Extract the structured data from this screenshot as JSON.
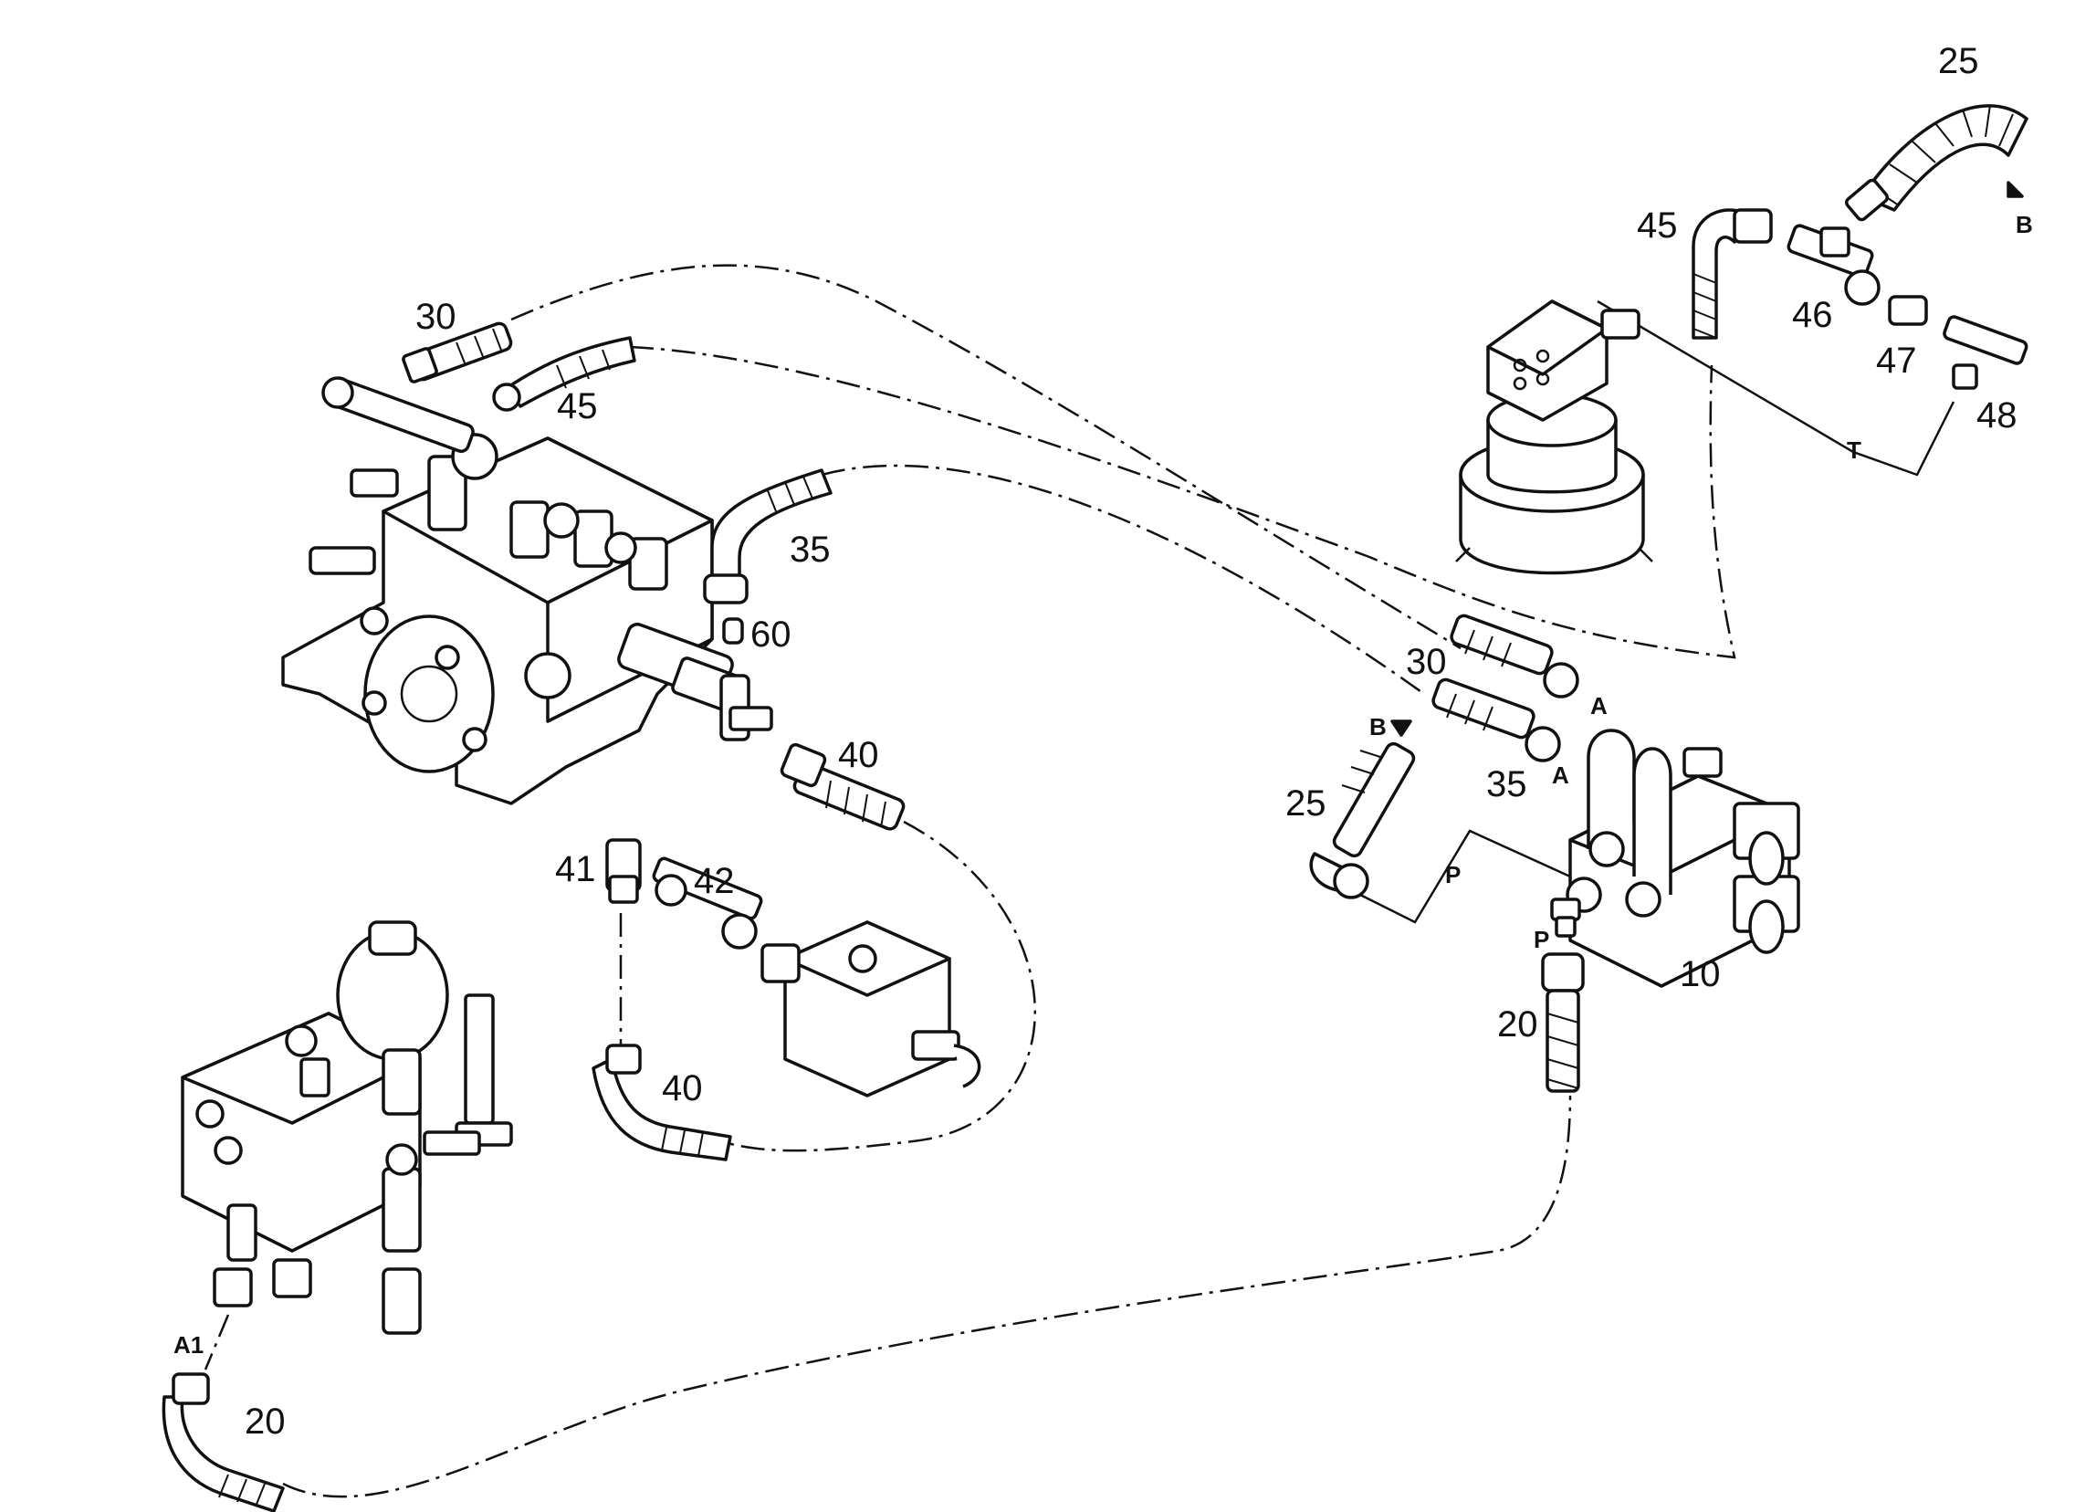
{
  "diagram": {
    "callouts": {
      "c25_top": "25",
      "c45_top": "45",
      "c46": "46",
      "c47": "47",
      "c48": "48",
      "c30_left": "30",
      "c45_left": "45",
      "c35_left": "35",
      "c60": "60",
      "c40_upper": "40",
      "c41": "41",
      "c42": "42",
      "c40_lower": "40",
      "c20_lower": "20",
      "c30_right": "30",
      "c35_right": "35",
      "c25_right": "25",
      "c10": "10",
      "c20_right": "20"
    },
    "ports": {
      "b_top": "B",
      "b_right": "B",
      "t": "T",
      "a_upper": "A",
      "a_lower": "A",
      "p_line": "P",
      "p_valve": "P",
      "a1": "A1"
    }
  }
}
